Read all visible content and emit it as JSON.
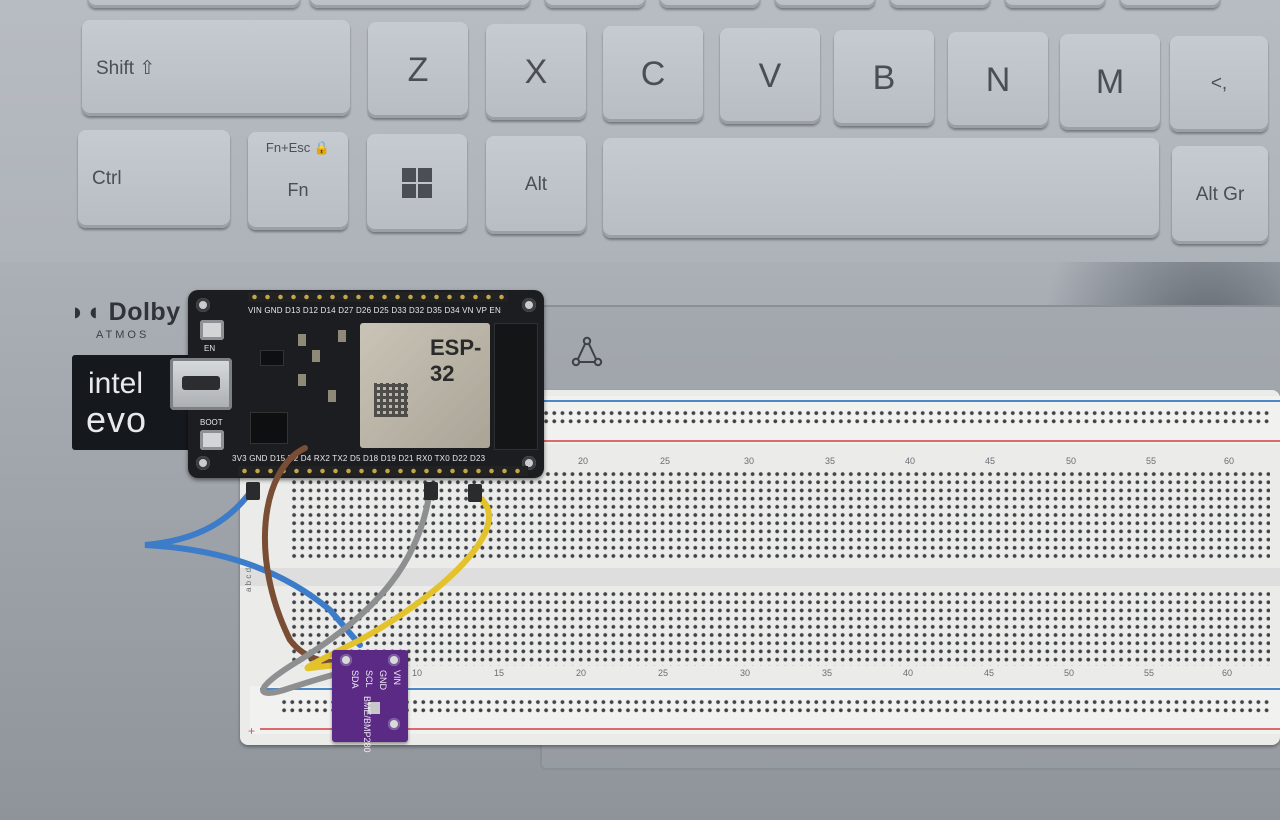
{
  "keyboard": {
    "row1": [
      "Shift ⇧",
      "Z",
      "X",
      "C",
      "V",
      "B",
      "N",
      "M",
      "<,"
    ],
    "row2": {
      "ctrl": "Ctrl",
      "fn_top": "Fn+Esc 🔒",
      "fn": "Fn",
      "win_icon": "windows-icon",
      "alt": "Alt",
      "altgr": "Alt Gr"
    }
  },
  "branding": {
    "dolby": "Dolby",
    "atmos": "ATMOS",
    "intel_line1": "intel",
    "intel_line2": "evo"
  },
  "esp32": {
    "chip_label": "ESP-32",
    "en_label": "EN",
    "boot_label": "BOOT",
    "top_pins": "VIN GND D13 D12 D14 D27 D26 D25 D33 D32 D35 D34 VN VP EN",
    "bottom_pins": "3V3 GND D15 D2 D4 RX2 TX2 D5 D18 D19 D21 RX0 TX0 D22 D23"
  },
  "breadboard": {
    "top_numbers": [
      "20",
      "25",
      "30",
      "35",
      "40",
      "45",
      "50",
      "55",
      "60"
    ],
    "bottom_numbers": [
      "10",
      "15",
      "20",
      "25",
      "30",
      "35",
      "40",
      "45",
      "50",
      "55",
      "60"
    ],
    "row_letters": "a b c d e"
  },
  "bme280": {
    "pins": [
      "VIN",
      "GND",
      "SCL",
      "SDA"
    ],
    "name": "BME/BMP280"
  }
}
